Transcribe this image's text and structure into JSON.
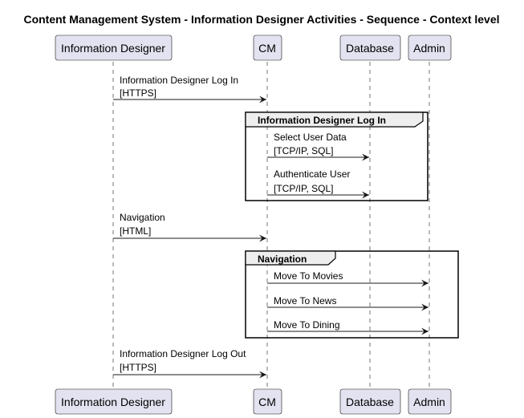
{
  "title": "Content Management System - Information Designer Activities - Sequence - Context level",
  "participants": [
    {
      "id": "information-designer",
      "label": "Information Designer"
    },
    {
      "id": "cm",
      "label": "CM"
    },
    {
      "id": "database",
      "label": "Database"
    },
    {
      "id": "admin",
      "label": "Admin"
    }
  ],
  "messages": [
    {
      "id": "msg-login",
      "line1": "Information Designer Log In",
      "line2": "[HTTPS]"
    },
    {
      "id": "msg-select-user-data",
      "line1": "Select User Data",
      "line2": "[TCP/IP, SQL]"
    },
    {
      "id": "msg-authenticate-user",
      "line1": "Authenticate User",
      "line2": "[TCP/IP, SQL]"
    },
    {
      "id": "msg-navigation",
      "line1": "Navigation",
      "line2": "[HTML]"
    },
    {
      "id": "msg-move-to-movies",
      "line1": "Move To Movies"
    },
    {
      "id": "msg-move-to-news",
      "line1": "Move To News"
    },
    {
      "id": "msg-move-to-dining",
      "line1": "Move To Dining"
    },
    {
      "id": "msg-logout",
      "line1": "Information Designer Log Out",
      "line2": "[HTTPS]"
    }
  ],
  "groups": [
    {
      "id": "group-login",
      "label": "Information Designer Log In"
    },
    {
      "id": "group-navigation",
      "label": "Navigation"
    }
  ],
  "colors": {
    "participant_fill": "#e2e2f0",
    "participant_border": "#181818",
    "lifeline": "#181818",
    "arrow": "#181818"
  }
}
